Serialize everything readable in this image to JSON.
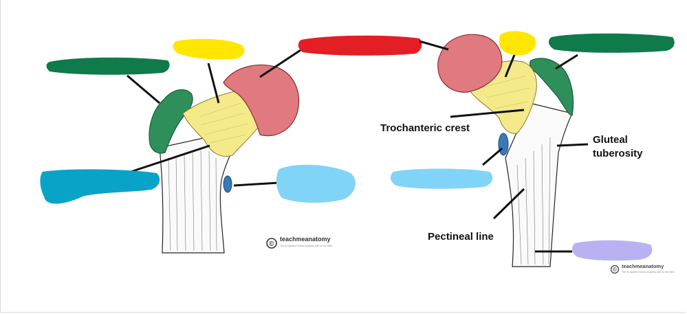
{
  "labels": {
    "trochanteric_crest": "Trochanteric crest",
    "gluteal_line1": "Gluteal",
    "gluteal_line2": "tuberosity",
    "pectineal_line": "Pectineal line"
  },
  "watermark": {
    "brand": "teachmeanatomy",
    "tagline": "The #1 Applied Human Anatomy Site on the Web.",
    "symbol": "©"
  },
  "colors": {
    "head": "#e07a80",
    "neck": "#f4ea8a",
    "greater_trochanter": "#2e8f5a",
    "lesser_trochanter": "#3a78b8",
    "mask_green": "#0f7a4a",
    "mask_yellow": "#ffe600",
    "mask_red": "#e31e24",
    "mask_teal": "#0aa3c8",
    "mask_lightblue": "#80d4f8",
    "mask_lavender": "#b9b2f2",
    "line": "#111111"
  }
}
